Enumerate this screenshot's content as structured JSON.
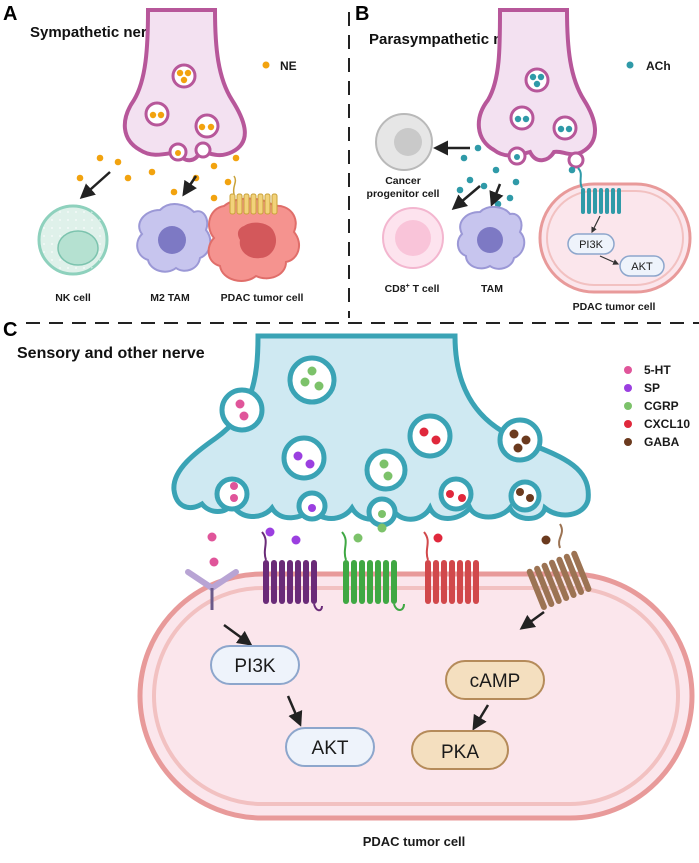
{
  "panels": {
    "a": {
      "letter": "A",
      "title": "Sympathetic nerve",
      "legend": {
        "label": "NE",
        "color": "#f2a30f"
      },
      "cells": [
        "NK cell",
        "M2 TAM",
        "PDAC tumor cell"
      ]
    },
    "b": {
      "letter": "B",
      "title": "Parasympathetic nerve",
      "legend": {
        "label": "ACh",
        "color": "#2f9aa8"
      },
      "progenitor_line1": "Cancer",
      "progenitor_line2": "progenitor cell",
      "cd8_main": "CD8",
      "cd8_sup": "+",
      "cd8_rest": " T cell",
      "tam": "TAM",
      "tumor": "PDAC tumor cell",
      "pi3k": "PI3K",
      "akt": "AKT"
    },
    "c": {
      "letter": "C",
      "title": "Sensory and other nerve",
      "legend": [
        {
          "label": "5-HT",
          "color": "#e0559a"
        },
        {
          "label": "SP",
          "color": "#9b3fe0"
        },
        {
          "label": "CGRP",
          "color": "#7cc26a"
        },
        {
          "label": "CXCL10",
          "color": "#e0283c"
        },
        {
          "label": "GABA",
          "color": "#6b3a1e"
        }
      ],
      "pi3k": "PI3K",
      "akt": "AKT",
      "camp": "cAMP",
      "pka": "PKA",
      "tumor": "PDAC tumor cell"
    }
  },
  "colors": {
    "nerve_a": "#f3e1f1",
    "nerve_a_stroke": "#b7579a",
    "nerve_c": "#cfe9f2",
    "nerve_c_stroke": "#3aa3b5",
    "tumor_fill": "#fbe6ec",
    "tumor_stroke": "#e89a9a"
  }
}
